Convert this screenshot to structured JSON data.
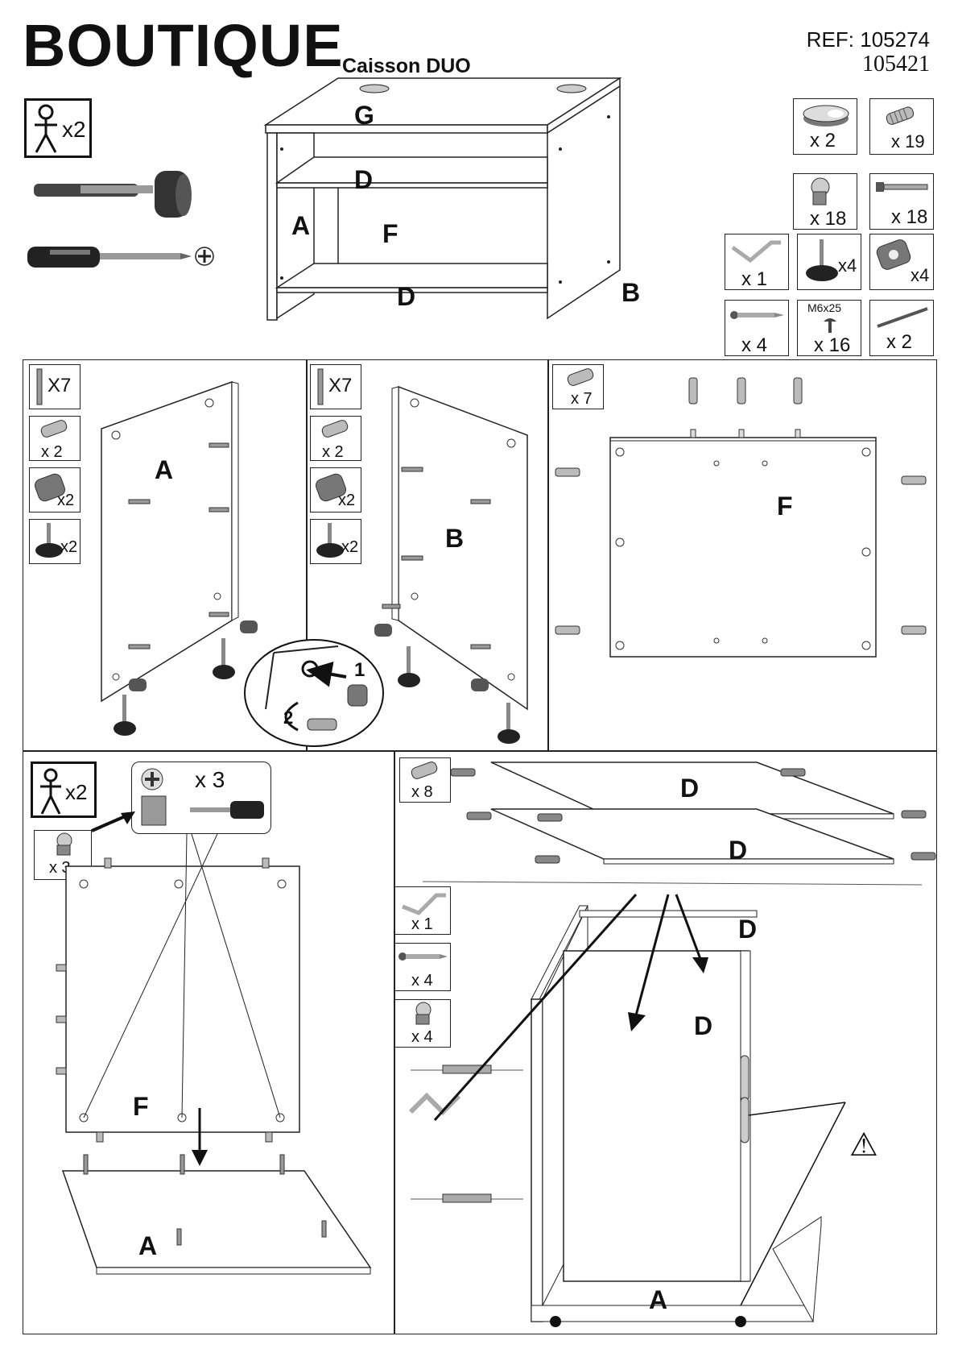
{
  "header": {
    "brand": "BOUTIQUE",
    "product": "Caisson DUO",
    "ref_label": "REF: 105274",
    "ref_alt": "105421"
  },
  "tools": {
    "persons": "x2"
  },
  "overview_letters": {
    "g": "G",
    "d_top": "D",
    "a": "A",
    "f": "F",
    "d_bottom": "D",
    "b": "B"
  },
  "hardware": {
    "grommet": "x 2",
    "dowel": "x 19",
    "cam_lock": "x 18",
    "cam_bolt": "x 18",
    "allen_key": "x 1",
    "leveling_foot": "x4",
    "insert_nut": "x4",
    "wood_screw": "x 4",
    "bolt_label": "M6x25",
    "bolt": "x 16",
    "rod": "x 2"
  },
  "step1": {
    "a_bolts": "X7",
    "a_dowels": "x 2",
    "a_nuts": "x2",
    "a_feet": "x2",
    "a_panel": "A",
    "b_bolts": "X7",
    "b_dowels": "x 2",
    "b_nuts": "x2",
    "b_feet": "x2",
    "b_panel": "B",
    "detail_1": "1",
    "detail_2": "2",
    "f_dowels": "x 7",
    "f_panel": "F"
  },
  "step2": {
    "persons": "x2",
    "screws": "x 3",
    "cams": "x 3",
    "panel_f": "F",
    "panel_a": "A"
  },
  "step3": {
    "dowels": "x 8",
    "shelf_top": "D",
    "shelf_bottom": "D",
    "allen": "x 1",
    "screws": "x 4",
    "cams": "x 4",
    "d_upper": "D",
    "d_front": "D",
    "panel_a": "A",
    "warning": "⚠"
  }
}
